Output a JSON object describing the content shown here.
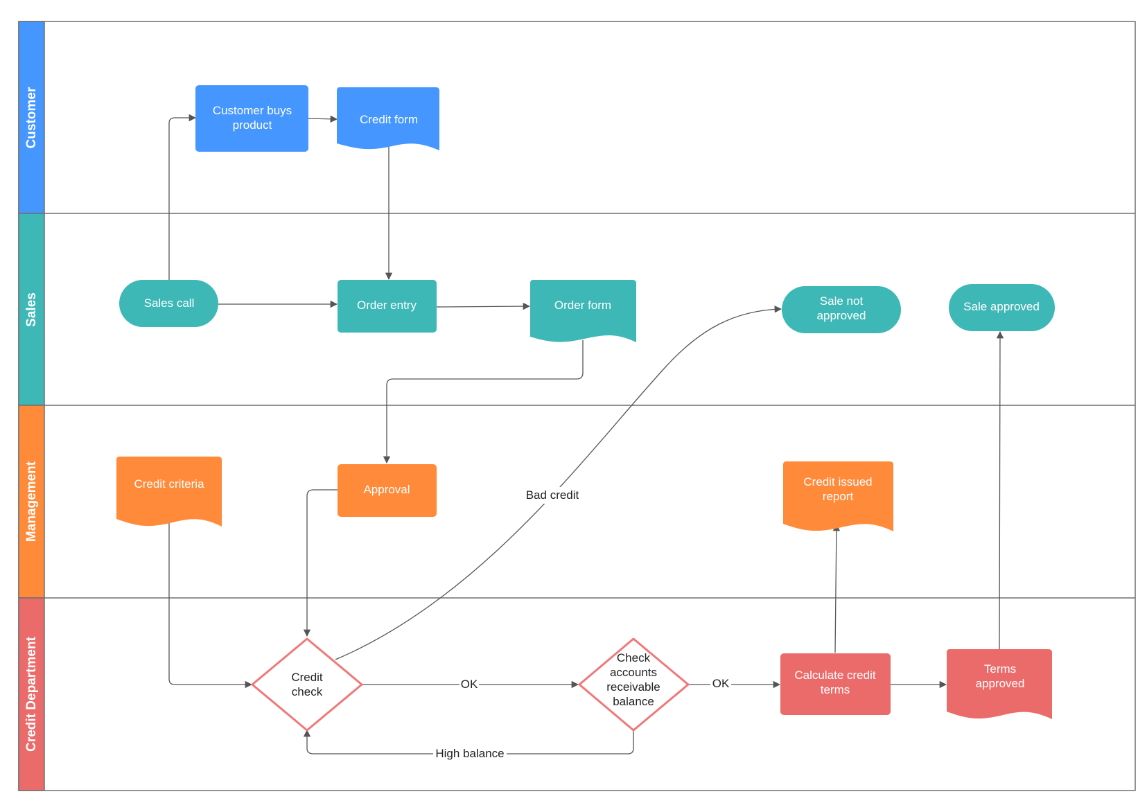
{
  "lanes": [
    {
      "label": "Customer",
      "color": "#4596FF"
    },
    {
      "label": "Sales",
      "color": "#3DB8B6"
    },
    {
      "label": "Management",
      "color": "#FF8A3A"
    },
    {
      "label": "Credit Department",
      "color": "#EB6B6B"
    }
  ],
  "nodes": {
    "customer_buys": {
      "line1": "Customer buys",
      "line2": "product"
    },
    "credit_form": {
      "label": "Credit form"
    },
    "sales_call": {
      "label": "Sales call"
    },
    "order_entry": {
      "label": "Order entry"
    },
    "order_form": {
      "label": "Order form"
    },
    "sale_not_approved": {
      "line1": "Sale not",
      "line2": "approved"
    },
    "sale_approved": {
      "label": "Sale approved"
    },
    "credit_criteria": {
      "label": "Credit criteria"
    },
    "approval": {
      "label": "Approval"
    },
    "credit_issued_report": {
      "line1": "Credit issued",
      "line2": "report"
    },
    "credit_check": {
      "line1": "Credit",
      "line2": "check"
    },
    "check_accounts": {
      "line1": "Check",
      "line2": "accounts",
      "line3": "receivable",
      "line4": "balance"
    },
    "calculate_terms": {
      "line1": "Calculate credit",
      "line2": "terms"
    },
    "terms_approved": {
      "line1": "Terms",
      "line2": "approved"
    }
  },
  "edge_labels": {
    "ok_1": "OK",
    "ok_2": "OK",
    "high_balance": "High balance",
    "bad_credit": "Bad credit"
  },
  "colors": {
    "diamond_stroke": "#F07878",
    "frame_stroke": "#6F6F6F",
    "connector": "#555555"
  }
}
